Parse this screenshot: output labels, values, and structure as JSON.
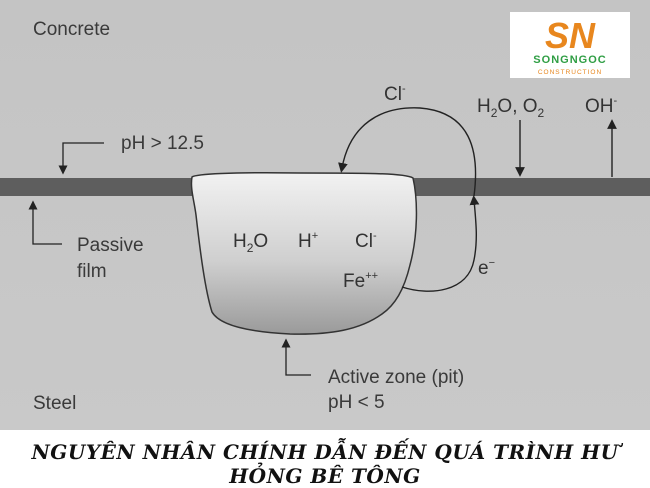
{
  "labels": {
    "concrete": "Concrete",
    "steel": "Steel",
    "ph_high": "pH > 12.5",
    "passive_line1": "Passive",
    "passive_line2": "film",
    "active_line1": "Active zone (pit)",
    "active_line2": "pH < 5",
    "chloride_top": "Cl",
    "chloride_top_charge": "-",
    "water": "H",
    "water_sub": "2",
    "water_o": "O",
    "oxygen_sep": ", O",
    "oxygen_sub": "2",
    "hydroxide": "OH",
    "hydroxide_charge": "-",
    "pit_water": "H",
    "pit_water_sub": "2",
    "pit_water_o": "O",
    "pit_proton": "H",
    "pit_proton_charge": "+",
    "pit_chloride": "Cl",
    "pit_chloride_charge": "-",
    "pit_iron": "Fe",
    "pit_iron_charge": "++",
    "electron": "e",
    "electron_charge": "−"
  },
  "logo": {
    "initials": "SN",
    "name": "SONGNGOC",
    "tagline": "CONSTRUCTION"
  },
  "caption": "NGUYÊN NHÂN CHÍNH DẪN ĐẾN QUÁ TRÌNH HƯ HỎNG BÊ TÔNG",
  "colors": {
    "concrete": "#bfbfbf",
    "steel": "#c6c6c6",
    "film": "#5e5e5e",
    "logo_orange": "#e8871e",
    "logo_green": "#2f9e44"
  }
}
